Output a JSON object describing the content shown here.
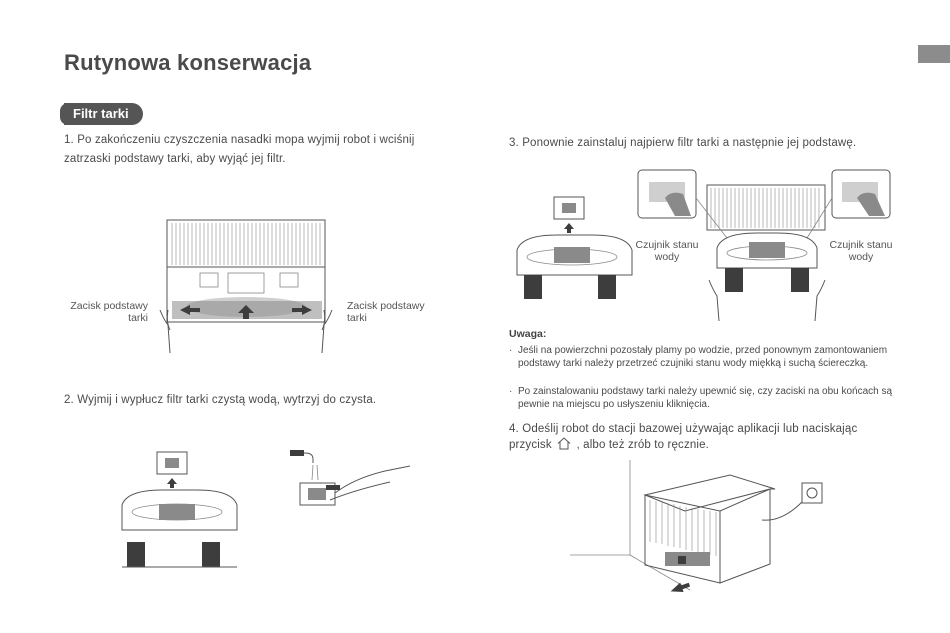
{
  "page": {
    "title": "Rutynowa konserwacja",
    "section_tab": "Filtr tarki"
  },
  "steps": {
    "step1": "1. Po zakończeniu czyszczenia nasadki mopa wyjmij robot i wciśnij zatrzaski podstawy tarki, aby wyjąć jej filtr.",
    "step2": "2. Wyjmij i wypłucz filtr tarki czystą wodą, wytrzyj do czysta.",
    "step3": "3. Ponownie zainstaluj najpierw filtr tarki a następnie jej podstawę.",
    "step4_part1": "4. Odeślij robot do stacji bazowej używając aplikacji lub naciskając przycisk",
    "step4_part2": ", albo też zrób to ręcznie."
  },
  "labels": {
    "left_clip": "Zacisk podstawy tarki",
    "right_clip": "Zacisk podstawy tarki",
    "sensor_left": "Czujnik stanu wody",
    "sensor_right": "Czujnik stanu wody"
  },
  "note": {
    "title": "Uwaga:",
    "items": [
      "Jeśli na powierzchni pozostały plamy po wodzie, przed ponownym zamontowaniem podstawy tarki należy przetrzeć czujniki stanu wody miękką i suchą ściereczką.",
      "Po zainstalowaniu podstawy tarki należy upewnić się, czy zaciski na obu końcach są pewnie na miejscu po usłyszeniu kliknięcia."
    ],
    "bullet": "·"
  },
  "icons": {
    "home_button": "home-icon"
  }
}
